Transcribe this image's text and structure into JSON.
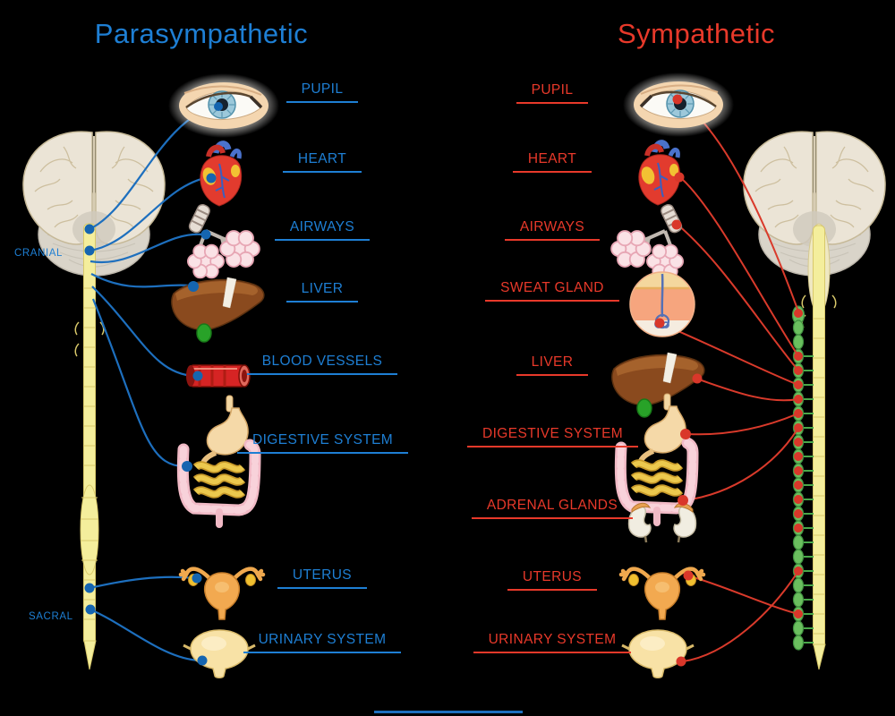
{
  "colors": {
    "background": "#000000",
    "parasympathetic_blue": "#1e7fd4",
    "sympathetic_red": "#e8392a",
    "nerve_blue": "#1d6fbe",
    "nerve_red": "#d93a2b",
    "spinal_cord_yellow": "#f4ee9c",
    "ganglia_green": "#5cb85c"
  },
  "left_panel": {
    "title": "Parasympathetic",
    "outflow_labels": {
      "cranial": "CRANIAL",
      "sacral": "SACRAL"
    },
    "organ_labels": [
      "PUPIL",
      "HEART",
      "AIRWAYS",
      "LIVER",
      "BLOOD VESSELS",
      "DIGESTIVE SYSTEM",
      "UTERUS",
      "URINARY SYSTEM"
    ],
    "organ_icons": [
      "brain-icon",
      "spinal-cord-icon",
      "eye-icon",
      "heart-icon",
      "airways-icon",
      "liver-icon",
      "blood-vessel-icon",
      "digestive-system-icon",
      "uterus-icon",
      "bladder-icon"
    ]
  },
  "right_panel": {
    "title": "Sympathetic",
    "organ_labels": [
      "PUPIL",
      "HEART",
      "AIRWAYS",
      "SWEAT GLAND",
      "LIVER",
      "DIGESTIVE SYSTEM",
      "ADRENAL GLANDS",
      "UTERUS",
      "URINARY SYSTEM"
    ],
    "organ_icons": [
      "brain-icon",
      "spinal-cord-icon",
      "sympathetic-chain-icon",
      "eye-icon",
      "heart-icon",
      "airways-icon",
      "sweat-gland-icon",
      "liver-icon",
      "digestive-system-icon",
      "adrenal-glands-icon",
      "uterus-icon",
      "bladder-icon"
    ]
  }
}
